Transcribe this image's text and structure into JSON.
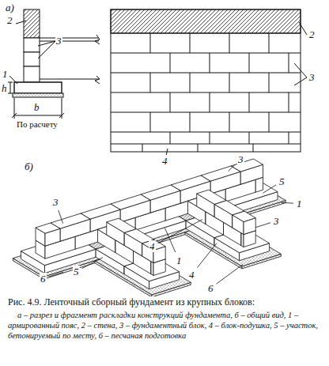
{
  "diagram": {
    "caption": "Рис. 4.9. Ленточный сборный фундамент из крупных блоков:",
    "labels": [
      "а)",
      "2",
      "3",
      "1",
      "h",
      "b",
      "По расчету",
      "2",
      "3",
      "4",
      "б)",
      "3",
      "5",
      "3",
      "1",
      "3",
      "1",
      "4",
      "6",
      "5",
      "4",
      "6",
      "а – разрез и фрагмент раскладки конструкций фундамента, б – общий вид, 1 – армированный пояс, 2 – стена, 3 – фундаментный блок, 4 – блок-подушка, 5 – участок, бетонируемый по месту, 6 – песчаная подготовка"
    ]
  }
}
